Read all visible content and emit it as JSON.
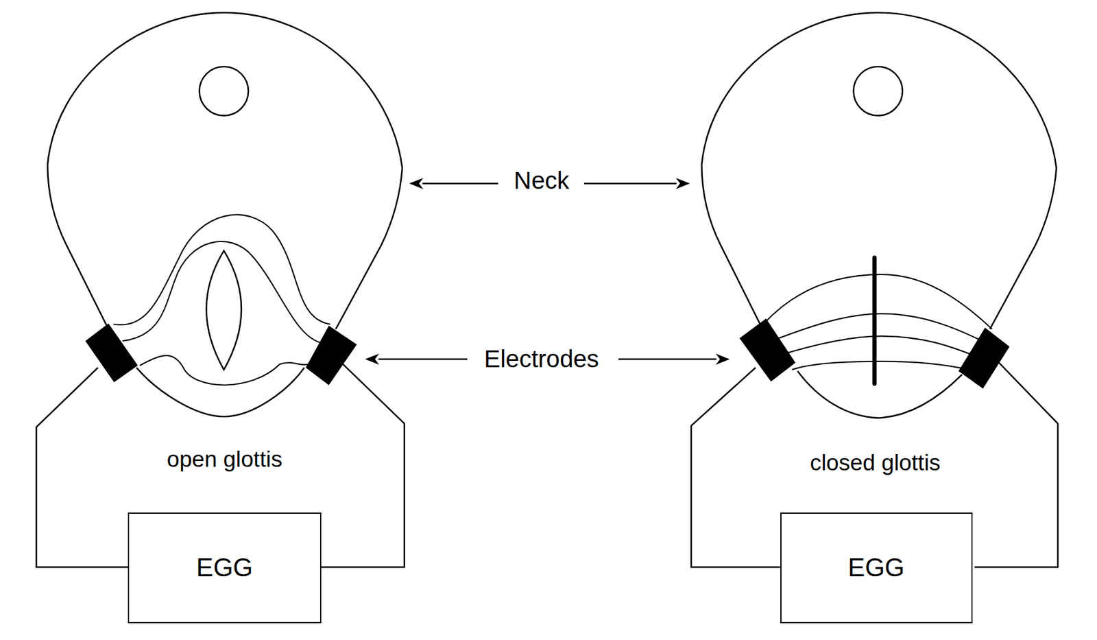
{
  "diagram": {
    "nodes": [
      {
        "text": [
          "EGG"
        ]
      },
      {
        "text": [
          "EGG"
        ]
      }
    ],
    "labels": [
      "Neck",
      "Electrodes",
      "open glottis",
      "closed glottis"
    ]
  }
}
